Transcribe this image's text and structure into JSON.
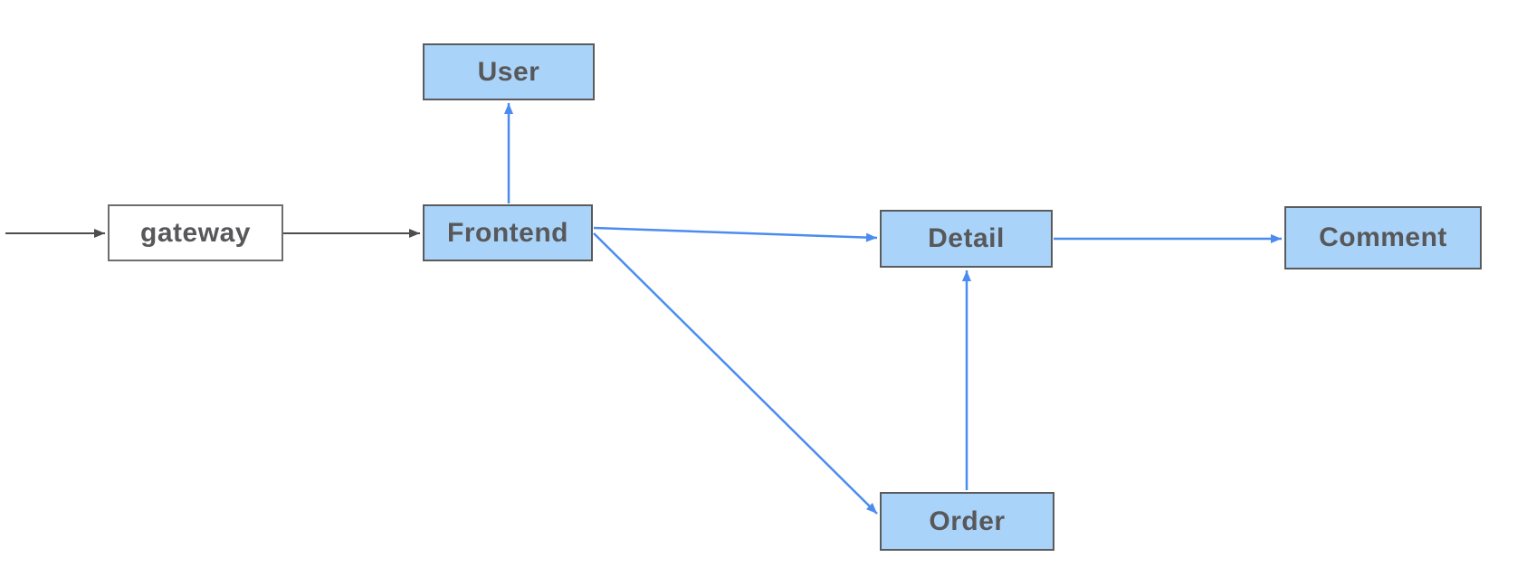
{
  "diagram": {
    "type": "flowchart",
    "nodes": [
      {
        "id": "gateway",
        "label": "gateway",
        "style": "plain"
      },
      {
        "id": "user",
        "label": "User",
        "style": "blue"
      },
      {
        "id": "frontend",
        "label": "Frontend",
        "style": "blue"
      },
      {
        "id": "detail",
        "label": "Detail",
        "style": "blue"
      },
      {
        "id": "comment",
        "label": "Comment",
        "style": "blue"
      },
      {
        "id": "order",
        "label": "Order",
        "style": "blue"
      }
    ],
    "edges": [
      {
        "from": "(external-left)",
        "to": "gateway",
        "color": "dark"
      },
      {
        "from": "gateway",
        "to": "frontend",
        "color": "dark"
      },
      {
        "from": "frontend",
        "to": "user",
        "color": "blue"
      },
      {
        "from": "frontend",
        "to": "detail",
        "color": "blue"
      },
      {
        "from": "frontend",
        "to": "order",
        "color": "blue"
      },
      {
        "from": "order",
        "to": "detail",
        "color": "blue"
      },
      {
        "from": "detail",
        "to": "comment",
        "color": "blue"
      }
    ],
    "colors": {
      "node_fill": "#A9D3F8",
      "node_border": "#5B5B5D",
      "gateway_fill": "#FFFFFF",
      "gateway_border": "#6E6E6E",
      "label_color": "#58585A",
      "arrow_blue": "#4A8CF0",
      "arrow_dark": "#4D4D4D",
      "canvas_bg": "#FFFFFF"
    }
  }
}
